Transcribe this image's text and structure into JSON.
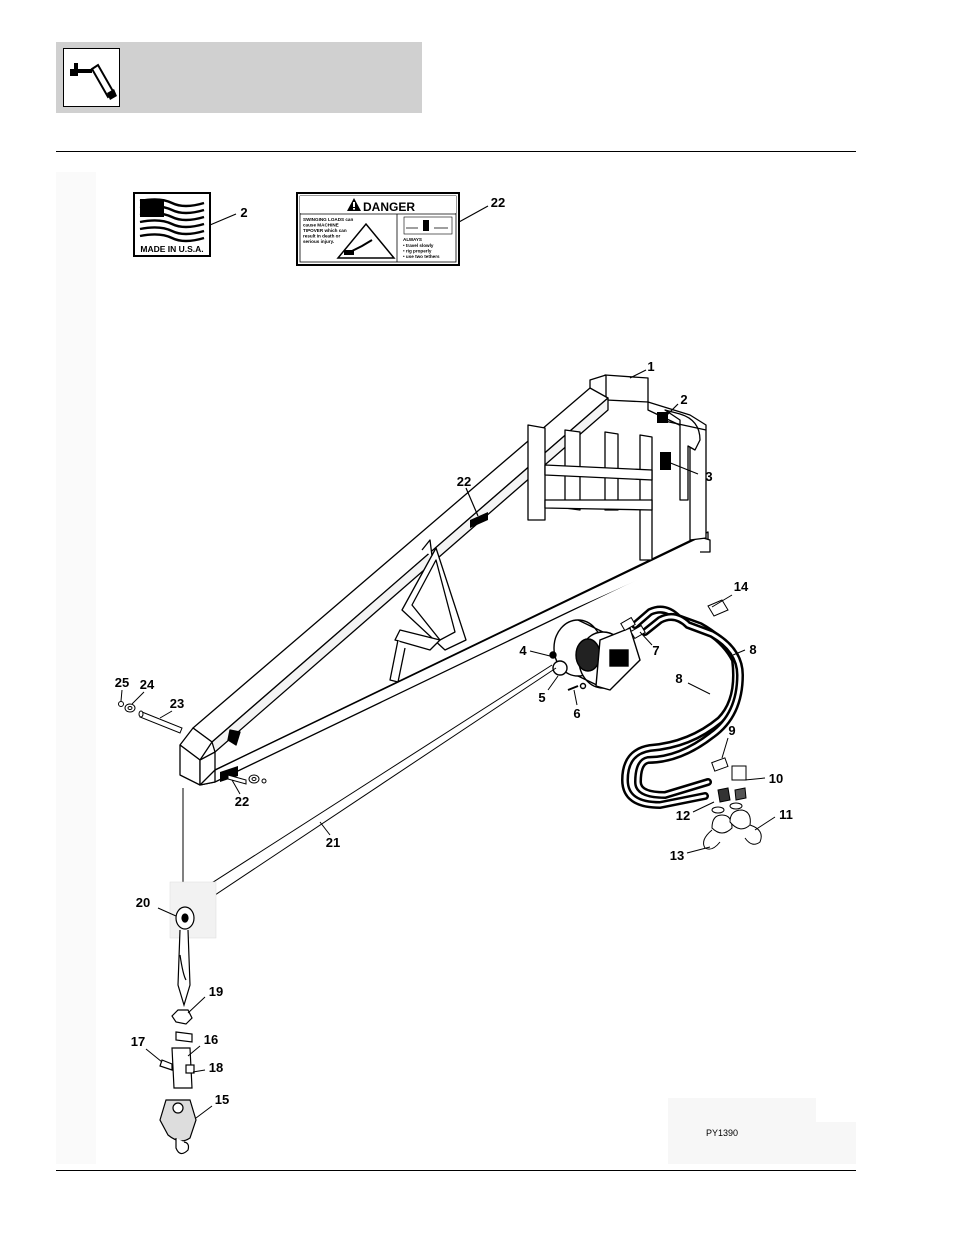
{
  "header": {
    "icon": "boom-crane-icon"
  },
  "decals": {
    "made_in_usa": {
      "text": "MADE IN U.S.A.",
      "icon": "us-flag-icon"
    },
    "danger": {
      "title": "DANGER",
      "warning_lines": [
        "SWINGING LOADS can",
        "cause MACHINE",
        "TIPOVER which can",
        "result in death or",
        "serious injury."
      ],
      "always_label": "ALWAYS",
      "always_items": [
        "• travel slowly",
        "• rig properly",
        "• use two tethers"
      ],
      "icon": "warning-triangle-icon"
    }
  },
  "callouts": [
    {
      "id": "c2a",
      "label": "2"
    },
    {
      "id": "c22a",
      "label": "22"
    },
    {
      "id": "c1",
      "label": "1"
    },
    {
      "id": "c2b",
      "label": "2"
    },
    {
      "id": "c3",
      "label": "3"
    },
    {
      "id": "c22b",
      "label": "22"
    },
    {
      "id": "c14",
      "label": "14"
    },
    {
      "id": "c4",
      "label": "4"
    },
    {
      "id": "c7",
      "label": "7"
    },
    {
      "id": "c8a",
      "label": "8"
    },
    {
      "id": "c8b",
      "label": "8"
    },
    {
      "id": "c5",
      "label": "5"
    },
    {
      "id": "c6",
      "label": "6"
    },
    {
      "id": "c25",
      "label": "25"
    },
    {
      "id": "c24",
      "label": "24"
    },
    {
      "id": "c23",
      "label": "23"
    },
    {
      "id": "c9",
      "label": "9"
    },
    {
      "id": "c10",
      "label": "10"
    },
    {
      "id": "c11",
      "label": "11"
    },
    {
      "id": "c12",
      "label": "12"
    },
    {
      "id": "c13",
      "label": "13"
    },
    {
      "id": "c22c",
      "label": "22"
    },
    {
      "id": "c21",
      "label": "21"
    },
    {
      "id": "c20",
      "label": "20"
    },
    {
      "id": "c19",
      "label": "19"
    },
    {
      "id": "c16",
      "label": "16"
    },
    {
      "id": "c17",
      "label": "17"
    },
    {
      "id": "c18",
      "label": "18"
    },
    {
      "id": "c15",
      "label": "15"
    }
  ],
  "figure_id": "PY1390"
}
